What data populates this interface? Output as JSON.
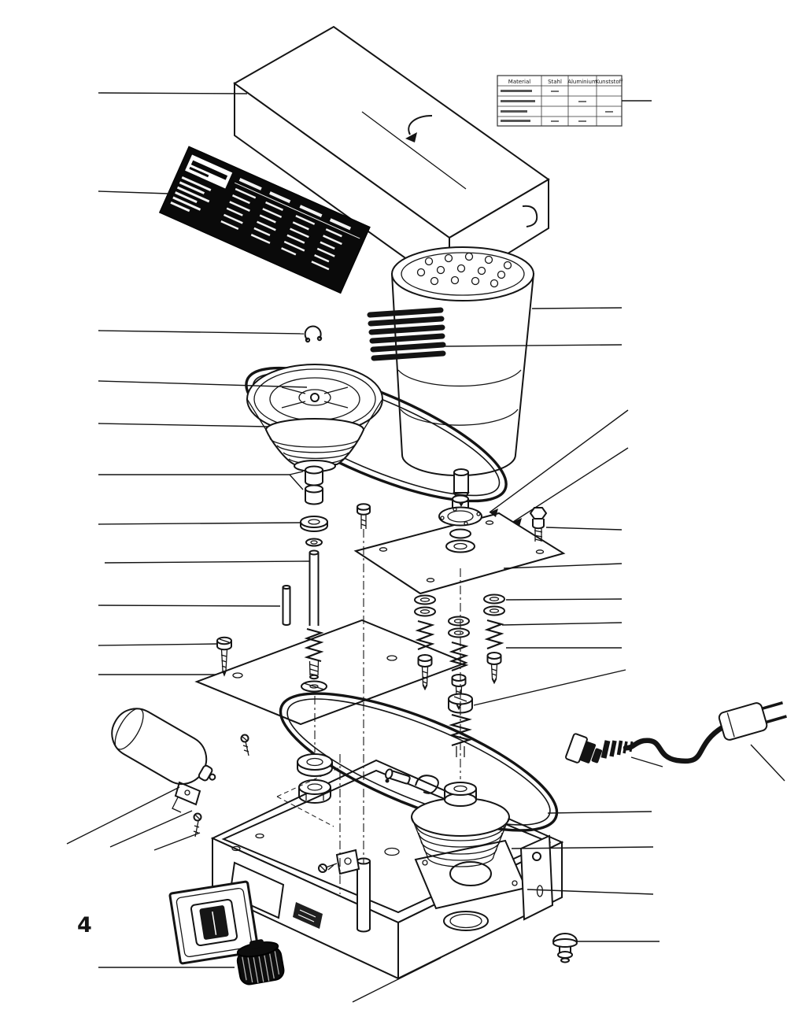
{
  "figure": {
    "number_label": "4"
  },
  "materials_table": {
    "headers": [
      "Material",
      "Stahl",
      "Aluminium",
      "Kunststoff"
    ]
  },
  "colors": {
    "ink": "#141414",
    "paper": "#ffffff"
  }
}
